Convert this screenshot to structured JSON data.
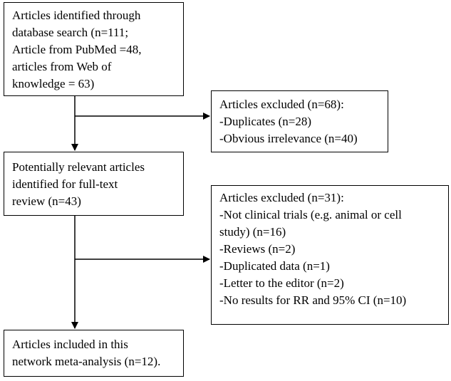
{
  "boxes": {
    "identified": {
      "lines": [
        "Articles identified through",
        "database search (n=111;",
        "Article from PubMed =48,",
        "articles from Web of",
        "knowledge = 63)"
      ]
    },
    "excluded_first": {
      "lines": [
        "Articles excluded (n=68):",
        "-Duplicates (n=28)",
        "-Obvious irrelevance (n=40)"
      ]
    },
    "relevant": {
      "lines": [
        "Potentially relevant articles",
        "identified for full-text",
        "review (n=43)"
      ]
    },
    "excluded_second": {
      "lines": [
        "Articles excluded (n=31):",
        "-Not clinical trials (e.g. animal or cell",
        "study) (n=16)",
        "-Reviews (n=2)",
        "-Duplicated data (n=1)",
        "-Letter to the editor (n=2)",
        "-No results for RR and 95% CI (n=10)"
      ]
    },
    "included": {
      "lines": [
        "Articles included in this",
        "network meta-analysis (n=12)."
      ]
    }
  },
  "colors": {
    "line": "#000000",
    "background": "#ffffff"
  }
}
